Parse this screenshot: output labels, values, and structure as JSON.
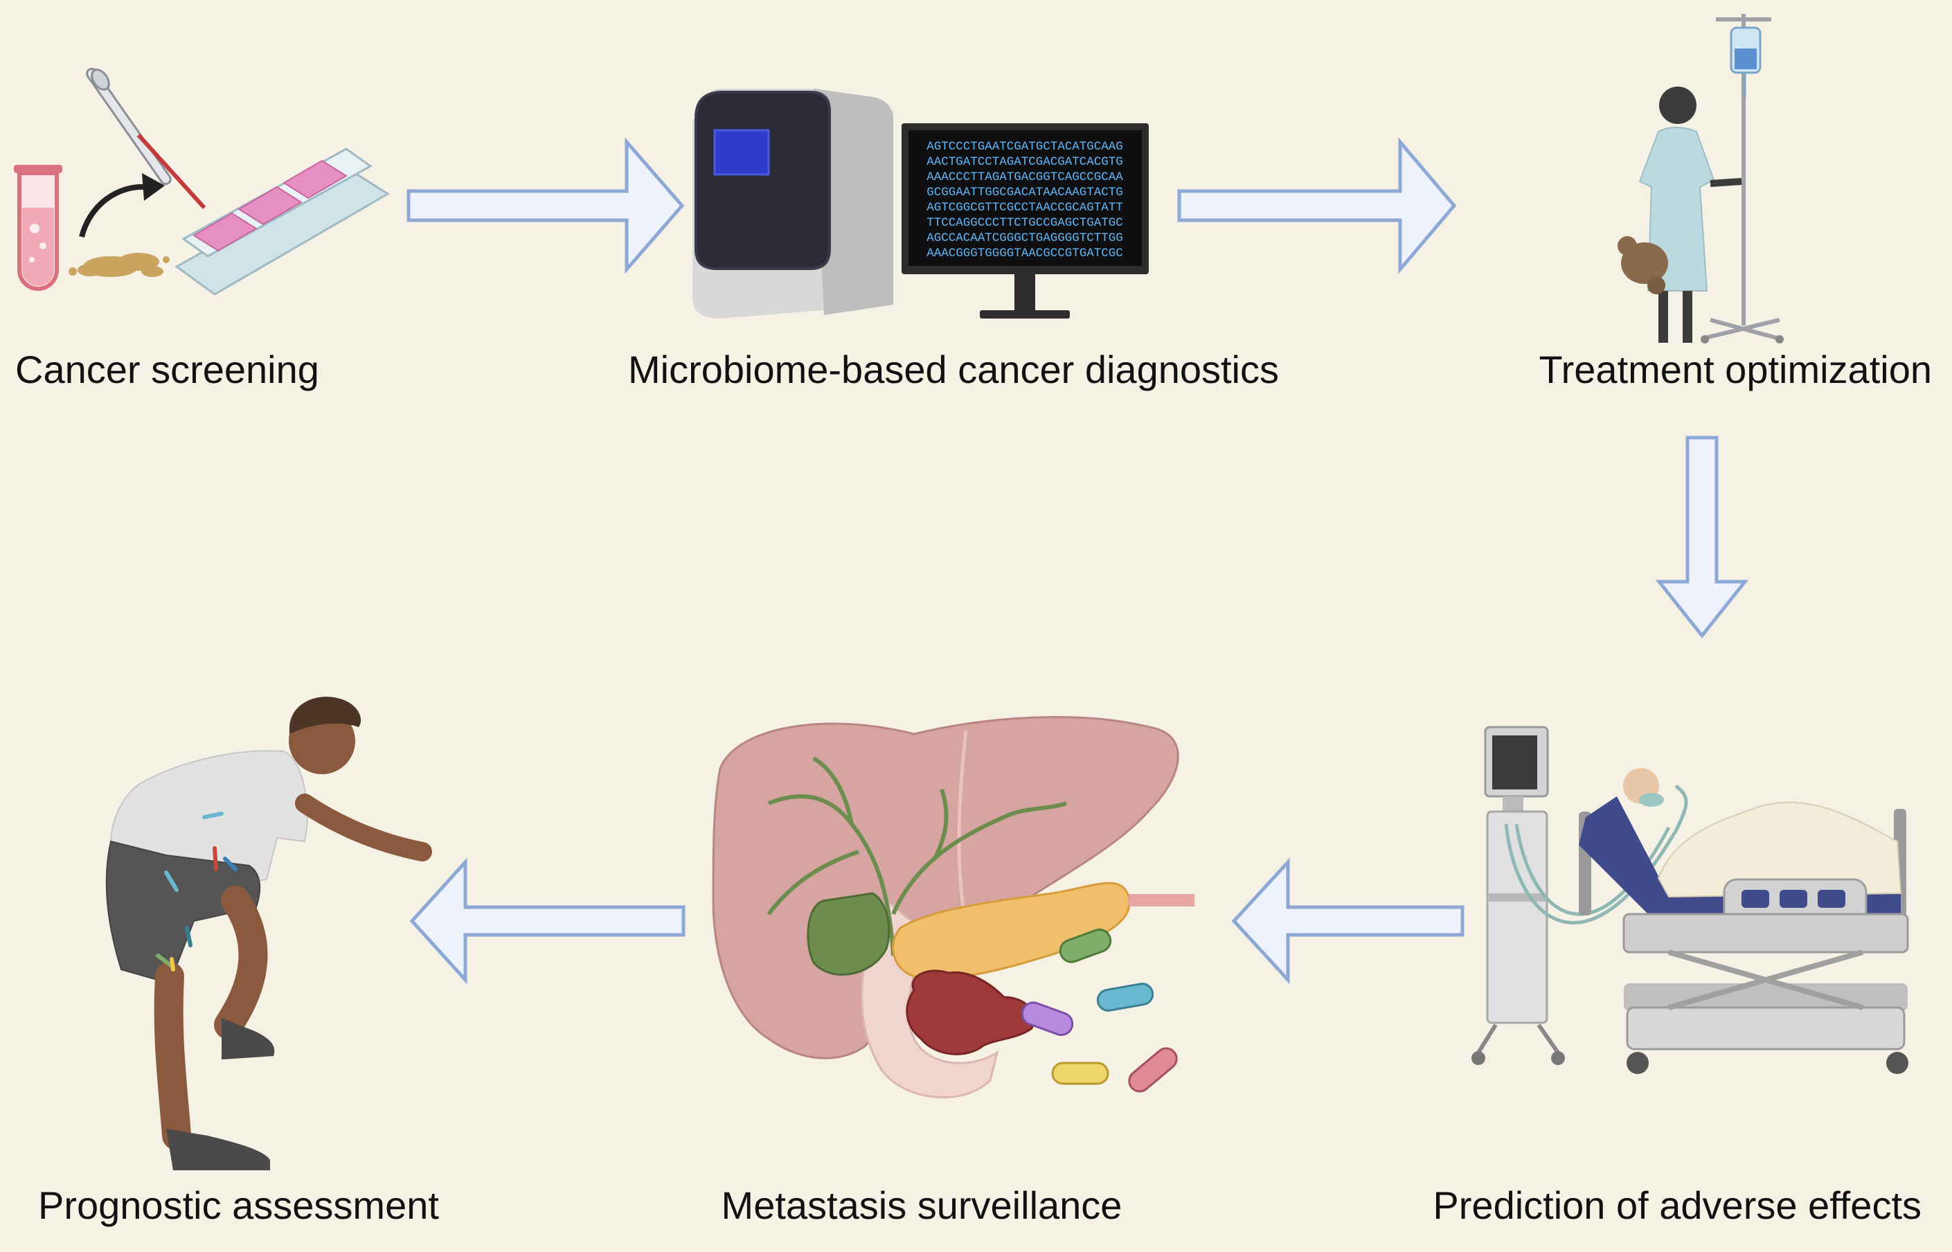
{
  "steps": [
    {
      "label": "Cancer screening"
    },
    {
      "label": "Microbiome-based cancer diagnostics"
    },
    {
      "label": "Treatment optimization"
    },
    {
      "label": "Prediction of adverse effects"
    },
    {
      "label": "Metastasis surveillance"
    },
    {
      "label": "Prognostic assessment"
    }
  ],
  "sequencer_screen": {
    "lines": [
      "AGTCCCTGAATCGATGCTACATGCAAG",
      "AACTGATCCTAGATCGACGATCACGTG",
      "AAACCCTTAGATGACGGTCAGCCGCAA",
      "GCGGAATTGGCGACATAACAAGTACTG",
      "AGTCGGCGTTCGCCTAACCGCAGTATT",
      "TTCCAGGCCCTTCTGCCGAGCTGATGC",
      "AGCCACAATCGGGCTGAGGGGTCTTGG",
      "AAACGGGTGGGGTAACGCCGTGATCGC"
    ]
  },
  "colors": {
    "background": "#f5f1e5",
    "arrow_fill": "#eef3fb",
    "arrow_stroke": "#8ea8d6"
  }
}
